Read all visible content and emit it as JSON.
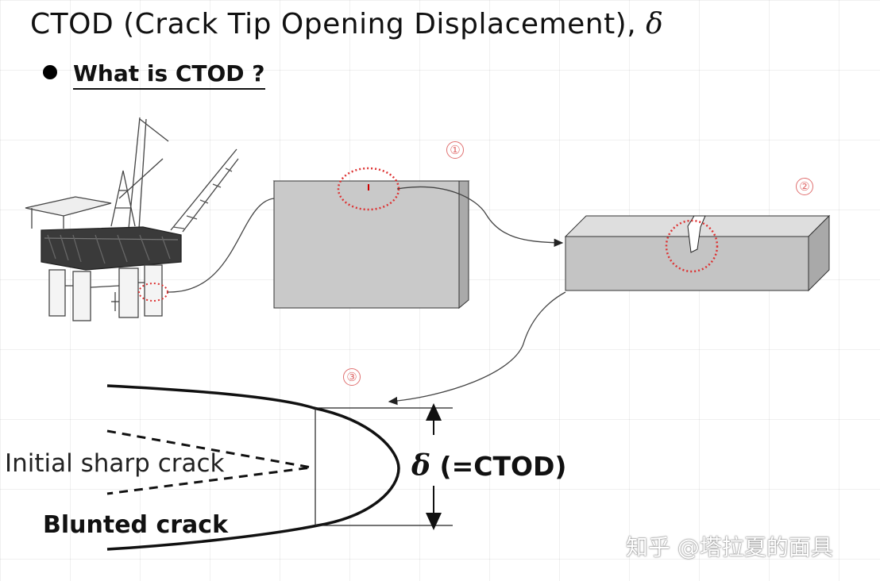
{
  "title": {
    "text": "CTOD (Crack Tip Opening Displacement), ",
    "delta": "δ"
  },
  "subtitle": "What is CTOD ?",
  "markers": [
    "①",
    "②",
    "③"
  ],
  "labels": {
    "initial": "Initial sharp crack",
    "blunted": "Blunted crack",
    "ctod_delta": "δ",
    "ctod_text": " (=CTOD)"
  },
  "watermark": "知乎 @塔拉夏的面具",
  "colors": {
    "accent": "#e07070",
    "plate": "#c9c9c9",
    "line": "#111111"
  }
}
